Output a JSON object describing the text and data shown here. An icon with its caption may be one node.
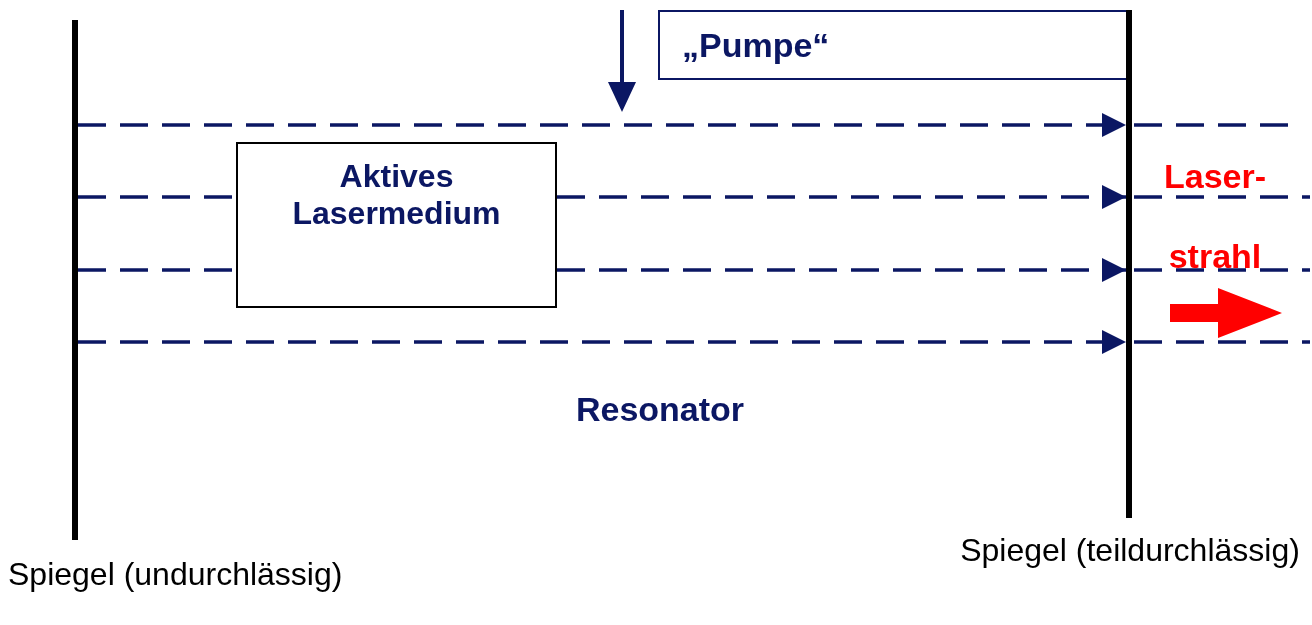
{
  "diagram": {
    "nodes": [
      {
        "text": [
          "„Pumpe“"
        ]
      },
      {
        "text": [],
        "shape": "bar",
        "beside": [
          "Spiegel (undurchlässig)"
        ]
      },
      {
        "text": [],
        "shape": "bar",
        "beside": [
          "Spiegel (teildurchlässig)"
        ]
      },
      {
        "text": [
          "Aktives Lasermedium"
        ]
      }
    ],
    "edges": [
      {
        "from": 1,
        "to": 2,
        "arrow": "to",
        "style": "dashed"
      },
      {
        "from": 1,
        "to": 3,
        "arrow": "none",
        "style": "dashed"
      },
      {
        "from": 3,
        "to": 2,
        "arrow": "to",
        "style": "dashed"
      },
      {
        "from": 1,
        "to": 3,
        "arrow": "none",
        "style": "dashed"
      },
      {
        "from": 3,
        "to": 2,
        "arrow": "to",
        "style": "dashed"
      },
      {
        "from": 1,
        "to": 2,
        "arrow": "to",
        "style": "dashed"
      }
    ],
    "labels": [
      "Laser- strahl",
      "Resonator"
    ]
  }
}
